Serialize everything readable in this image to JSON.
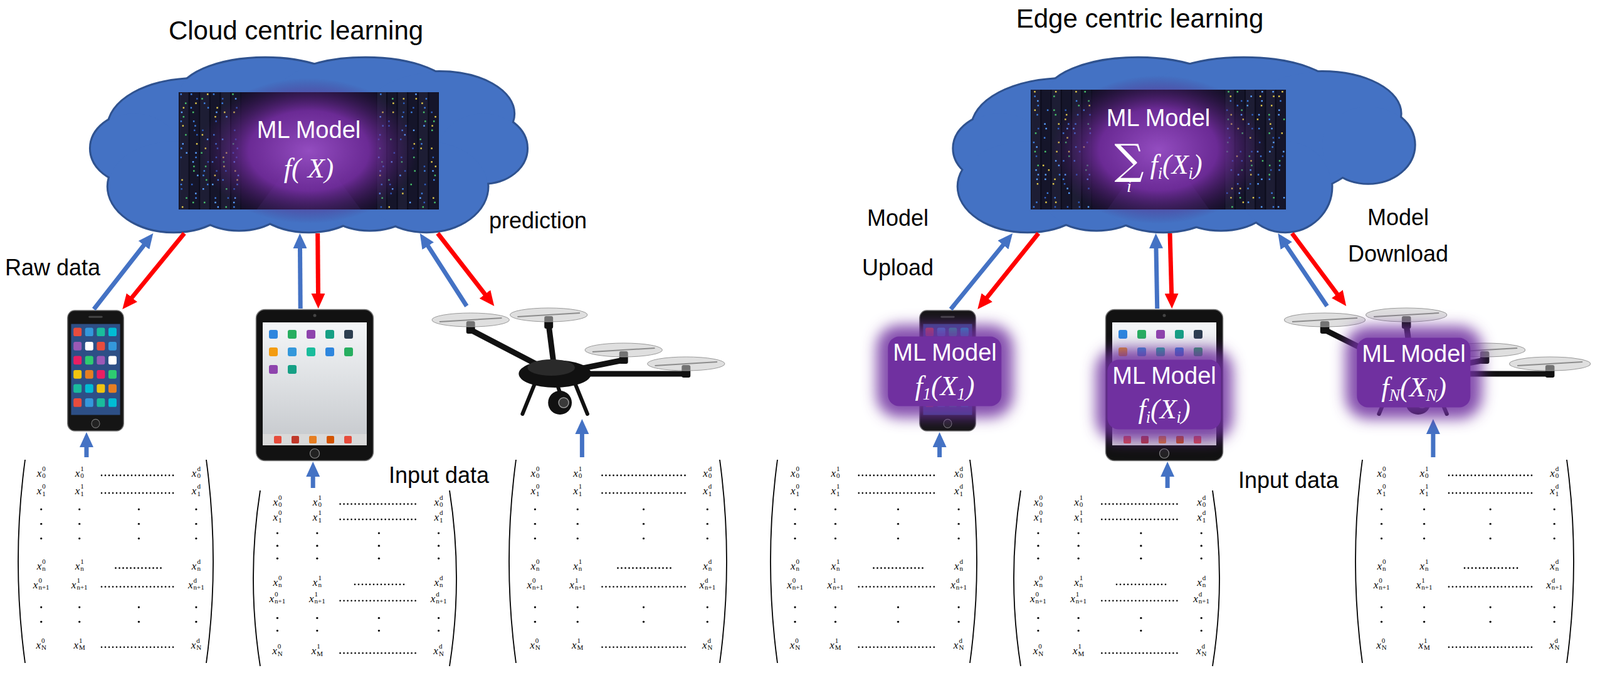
{
  "diagram": {
    "nodes": [
      {
        "text": [
          "ML Model",
          "f( X)"
        ]
      },
      {
        "text": []
      },
      {
        "text": []
      },
      {
        "text": []
      },
      {
        "text": [
          "x00",
          "x01",
          "x0d",
          "x10",
          "x11",
          "x1d",
          "xn0",
          "xn1",
          "xnd",
          "xn+10",
          "xn+11",
          "xn+1d",
          "xN0",
          "xM1",
          "xNd"
        ]
      },
      {
        "text": [
          "x00",
          "x01",
          "x0d",
          "x10",
          "x11",
          "x1d",
          "xn0",
          "xn1",
          "xnd",
          "xn+10",
          "xn+11",
          "xn+1d",
          "xN0",
          "xM1",
          "xNd"
        ]
      },
      {
        "text": [
          "x00",
          "x01",
          "x0d",
          "x10",
          "x11",
          "x1d",
          "xn0",
          "xn1",
          "xnd",
          "xn+10",
          "xn+11",
          "xn+1d",
          "xN0",
          "xM1",
          "xNd"
        ]
      },
      {
        "text": [
          "ML Model",
          "∑ifi(Xi)"
        ]
      },
      {
        "text": [
          "ML Model",
          "f1(X1)"
        ]
      },
      {
        "text": [
          "ML Model",
          "fi(Xi)"
        ]
      },
      {
        "text": [
          "ML Model",
          "fN(XN)"
        ]
      },
      {
        "text": [
          "x00",
          "x01",
          "x0d",
          "x10",
          "x11",
          "x1d",
          "xn0",
          "xn1",
          "xnd",
          "xn+10",
          "xn+11",
          "xn+1d",
          "xN0",
          "xM1",
          "xNd"
        ]
      },
      {
        "text": [
          "x00",
          "x01",
          "x0d",
          "x10",
          "x11",
          "x1d",
          "xn0",
          "xn1",
          "xnd",
          "xn+10",
          "xn+11",
          "xn+1d",
          "xN0",
          "xM1",
          "xNd"
        ]
      },
      {
        "text": [
          "x00",
          "x01",
          "x0d",
          "x10",
          "x11",
          "x1d",
          "xn0",
          "xn1",
          "xnd",
          "xn+10",
          "xn+11",
          "xn+1d",
          "xN0",
          "xM1",
          "xNd"
        ]
      }
    ],
    "edges": [
      {
        "from": 1,
        "to": 0,
        "arrow": "to",
        "label": "Raw data"
      },
      {
        "from": 0,
        "to": 1,
        "arrow": "to"
      },
      {
        "from": 2,
        "to": 0,
        "arrow": "to"
      },
      {
        "from": 0,
        "to": 2,
        "arrow": "to"
      },
      {
        "from": 3,
        "to": 0,
        "arrow": "to"
      },
      {
        "from": 0,
        "to": 3,
        "arrow": "to",
        "label": "prediction"
      },
      {
        "from": 4,
        "to": 1,
        "arrow": "to"
      },
      {
        "from": 5,
        "to": 2,
        "arrow": "to"
      },
      {
        "from": 6,
        "to": 3,
        "arrow": "to"
      },
      {
        "from": 8,
        "to": 7,
        "arrow": "to",
        "label": "Model Upload"
      },
      {
        "from": 7,
        "to": 8,
        "arrow": "to"
      },
      {
        "from": 9,
        "to": 7,
        "arrow": "to"
      },
      {
        "from": 7,
        "to": 9,
        "arrow": "to"
      },
      {
        "from": 10,
        "to": 7,
        "arrow": "to"
      },
      {
        "from": 7,
        "to": 10,
        "arrow": "to",
        "label": "Model Download"
      },
      {
        "from": 11,
        "to": 8,
        "arrow": "to"
      },
      {
        "from": 12,
        "to": 9,
        "arrow": "to"
      },
      {
        "from": 13,
        "to": 10,
        "arrow": "to"
      }
    ],
    "labels": [
      "Cloud centric learning",
      "Edge centric learning",
      "Input data",
      "Input data"
    ]
  }
}
